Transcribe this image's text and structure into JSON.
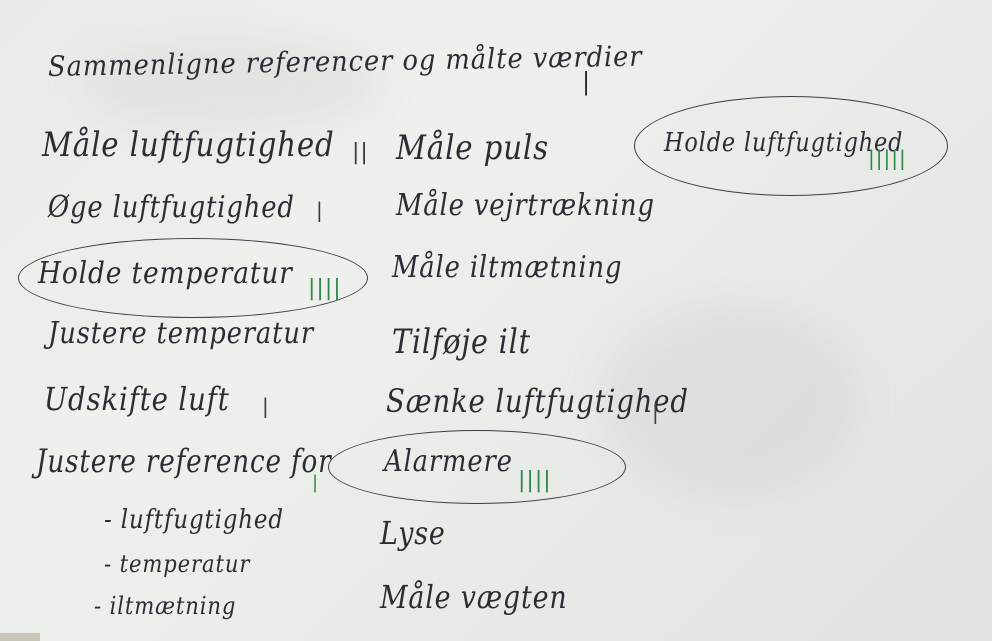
{
  "heading": "Sammenligne referencer og målte værdier",
  "heading_tally": "|",
  "left_column": [
    {
      "text": "Måle luftfugtighed",
      "tally": "||"
    },
    {
      "text": "Øge luftfugtighed",
      "tally": "|"
    },
    {
      "text": "Holde temperatur",
      "tally": "||||"
    },
    {
      "text": "Justere temperatur",
      "tally": ""
    },
    {
      "text": "Udskifte luft",
      "tally": "|"
    },
    {
      "text": "Justere reference for",
      "tally": "|"
    }
  ],
  "sub_items": [
    "- luftfugtighed",
    "- temperatur",
    "- iltmætning"
  ],
  "middle_column": [
    {
      "text": "Måle puls",
      "tally": ""
    },
    {
      "text": "Måle vejrtrækning",
      "tally": ""
    },
    {
      "text": "Måle iltmætning",
      "tally": ""
    },
    {
      "text": "Tilføje ilt",
      "tally": ""
    },
    {
      "text": "Sænke luftfugtighed",
      "tally": "|"
    },
    {
      "text": "Alarmere",
      "tally": "||||"
    },
    {
      "text": "Lyse",
      "tally": ""
    },
    {
      "text": "Måle vægten",
      "tally": ""
    }
  ],
  "right_item": {
    "text": "Holde luftfugtighed",
    "tally": "|||||"
  },
  "colors": {
    "marker": "#2a2d33",
    "tally": "#2f8a47",
    "board": "#e9ebe8"
  }
}
